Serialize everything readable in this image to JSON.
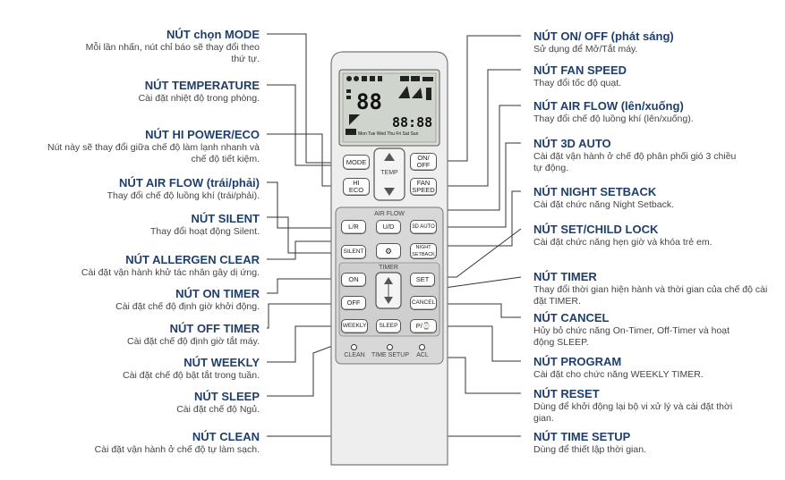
{
  "labels": [
    {
      "id": "mode",
      "side": "left",
      "title": "NÚT chọn MODE",
      "desc": "Mỗi lần nhấn, nút chỉ báo sẽ thay đổi theo thứ tự."
    },
    {
      "id": "temperature",
      "side": "left",
      "title": "NÚT TEMPERATURE",
      "desc": "Cài đặt nhiệt độ trong phòng."
    },
    {
      "id": "hipower",
      "side": "left",
      "title": "NÚT HI POWER/ECO",
      "desc": "Nút này sẽ thay đổi giữa chế độ làm lạnh nhanh và chế độ tiết kiệm."
    },
    {
      "id": "airflow-lr",
      "side": "left",
      "title": "NÚT AIR FLOW (trái/phải)",
      "desc": "Thay đổi chế độ luồng khí (trái/phải)."
    },
    {
      "id": "silent",
      "side": "left",
      "title": "NÚT SILENT",
      "desc": "Thay đổi hoạt động Silent."
    },
    {
      "id": "allergen",
      "side": "left",
      "title": "NÚT ALLERGEN CLEAR",
      "desc": "Cài đặt vận hành khử tác nhân gây dị ứng."
    },
    {
      "id": "ontimer",
      "side": "left",
      "title": "NÚT ON TIMER",
      "desc": "Cài đặt chế độ định giờ khởi động."
    },
    {
      "id": "offtimer",
      "side": "left",
      "title": "NÚT OFF TIMER",
      "desc": "Cài đặt chế độ định giờ tắt máy."
    },
    {
      "id": "weekly",
      "side": "left",
      "title": "NÚT WEEKLY",
      "desc": "Cài đặt chế độ bật tắt trong tuần."
    },
    {
      "id": "sleep",
      "side": "left",
      "title": "NÚT SLEEP",
      "desc": "Cài đặt chế độ Ngủ."
    },
    {
      "id": "clean",
      "side": "left",
      "title": "NÚT CLEAN",
      "desc": "Cài đặt vận hành ở chế độ tự làm sạch."
    },
    {
      "id": "onoff",
      "side": "right",
      "title": "NÚT ON/ OFF (phát sáng)",
      "desc": "Sử dụng để Mở/Tắt máy."
    },
    {
      "id": "fanspeed",
      "side": "right",
      "title": "NÚT FAN SPEED",
      "desc": "Thay đổi tốc độ quạt."
    },
    {
      "id": "airflow-ud",
      "side": "right",
      "title": "NÚT AIR FLOW (lên/xuống)",
      "desc": "Thay đổi chế độ luồng khí (lên/xuống)."
    },
    {
      "id": "3dauto",
      "side": "right",
      "title": "NÚT 3D AUTO",
      "desc": "Cài đặt vận hành ở chế độ phân phối gió 3 chiều tự động."
    },
    {
      "id": "nightsetback",
      "side": "right",
      "title": "NÚT NIGHT SETBACK",
      "desc": "Cài đặt chức năng Night Setback."
    },
    {
      "id": "setchild",
      "side": "right",
      "title": "NÚT SET/CHILD LOCK",
      "desc": "Cài đặt chức năng hẹn giờ và khóa trẻ em."
    },
    {
      "id": "timer",
      "side": "right",
      "title": "NÚT TIMER",
      "desc": "Thay đổi thời gian hiện hành và thời gian của chế độ cài đặt TIMER."
    },
    {
      "id": "cancel",
      "side": "right",
      "title": "NÚT CANCEL",
      "desc": "Hủy bỏ chức năng On-Timer, Off-Timer và hoạt động SLEEP."
    },
    {
      "id": "program",
      "side": "right",
      "title": "NÚT PROGRAM",
      "desc": "Cài đặt cho chức năng WEEKLY TIMER."
    },
    {
      "id": "reset",
      "side": "right",
      "title": "NÚT RESET",
      "desc": "Dùng để khởi động lại bộ vi xử lý và cài đặt thời gian."
    },
    {
      "id": "timesetup",
      "side": "right",
      "title": "NÚT TIME SETUP",
      "desc": "Dùng để thiết lập thời gian."
    }
  ],
  "remote": {
    "buttons": {
      "mode": "MODE",
      "onoff": "ON/\nOFF",
      "hi": "HI\nECO",
      "fan": "FAN\nSPEED",
      "lr": "L/R",
      "ud": "U/D",
      "auto3d": "3D AUTO",
      "silent": "SILENT",
      "night": "NIGHT\nSETBACK",
      "on": "ON",
      "off": "OFF",
      "set": "SET",
      "cancel": "CANCEL",
      "weekly": "WEEKLY",
      "sleep": "SLEEP",
      "program": "P/⌚"
    },
    "temp_label": "TEMP",
    "airflow_label": "AIR FLOW",
    "timer_label": "TIMER",
    "bottom_labels": {
      "clean": "CLEAN",
      "timesetup": "TIME SETUP",
      "acl": "ACL"
    },
    "lcd_temp": "88",
    "lcd_clock": "88:88",
    "lcd_days": "Mon Tue Wed Thu Fri Sat Sun"
  }
}
